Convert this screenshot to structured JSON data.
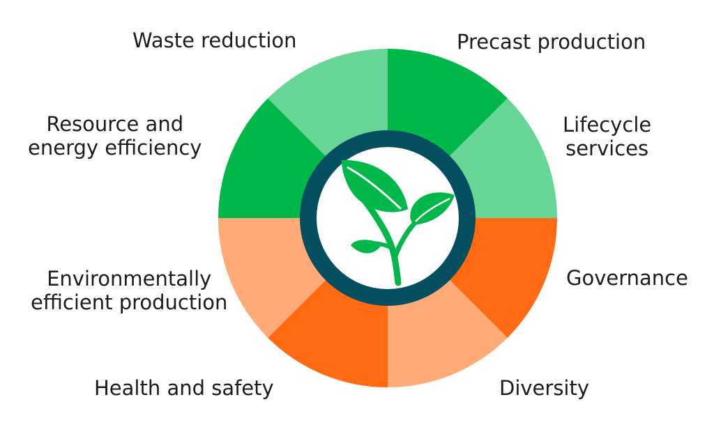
{
  "diagram": {
    "segments": [
      {
        "id": "precast",
        "label": "Precast production",
        "color": "#00b74a"
      },
      {
        "id": "lifecycle",
        "label_lines": [
          "Lifecycle",
          "services"
        ],
        "color": "#66d596"
      },
      {
        "id": "governance",
        "label": "Governance",
        "color": "#ff6a13"
      },
      {
        "id": "diversity",
        "label": "Diversity",
        "color": "#ffaa77"
      },
      {
        "id": "health",
        "label": "Health and safety",
        "color": "#ff6a13"
      },
      {
        "id": "environmental",
        "label_lines": [
          "Environmentally",
          "efficient production"
        ],
        "color": "#ffaa77"
      },
      {
        "id": "resource",
        "label_lines": [
          "Resource and",
          "energy efficiency"
        ],
        "color": "#00b74a"
      },
      {
        "id": "waste",
        "label": "Waste reduction",
        "color": "#66d596"
      }
    ],
    "center": {
      "icon": "plant-sprout-icon",
      "ring_color": "#034f5f",
      "leaf_color": "#00b74a",
      "fill_color": "#ffffff"
    }
  }
}
